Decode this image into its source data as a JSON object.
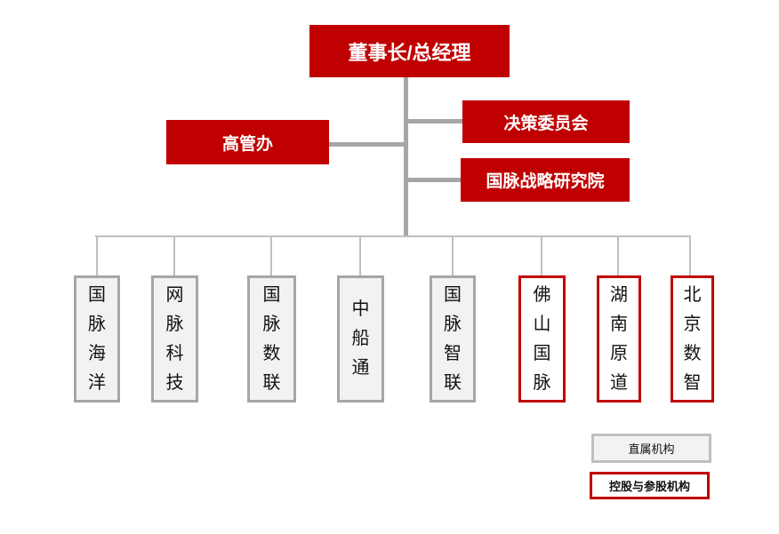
{
  "diagram": {
    "title": "organization-chart",
    "root": {
      "label": "董事长/总经理"
    },
    "staff_nodes": [
      {
        "label": "高管办",
        "side": "left"
      },
      {
        "label": "决策委员会",
        "side": "right"
      },
      {
        "label": "国脉战略研究院",
        "side": "right"
      }
    ],
    "subsidiaries": [
      {
        "label": "国脉海洋",
        "type": "direct"
      },
      {
        "label": "网脉科技",
        "type": "direct"
      },
      {
        "label": "国脉数联",
        "type": "direct"
      },
      {
        "label": "中船通",
        "type": "direct"
      },
      {
        "label": "国脉智联",
        "type": "direct"
      },
      {
        "label": "佛山国脉",
        "type": "holding"
      },
      {
        "label": "湖南原道",
        "type": "holding"
      },
      {
        "label": "北京数智",
        "type": "holding"
      }
    ],
    "legend": [
      {
        "label": "直属机构",
        "type": "direct"
      },
      {
        "label": "控股与参股机构",
        "type": "holding"
      }
    ],
    "colors": {
      "accent_red": "#c00000",
      "node_text_white": "#ffffff",
      "direct_fill": "#f2f2f2",
      "direct_border": "#a6a6a6",
      "holding_border": "#c00000",
      "connector_thick": "#a6a6a6",
      "connector_thin": "#bfbfbf",
      "text_black": "#111111"
    }
  }
}
